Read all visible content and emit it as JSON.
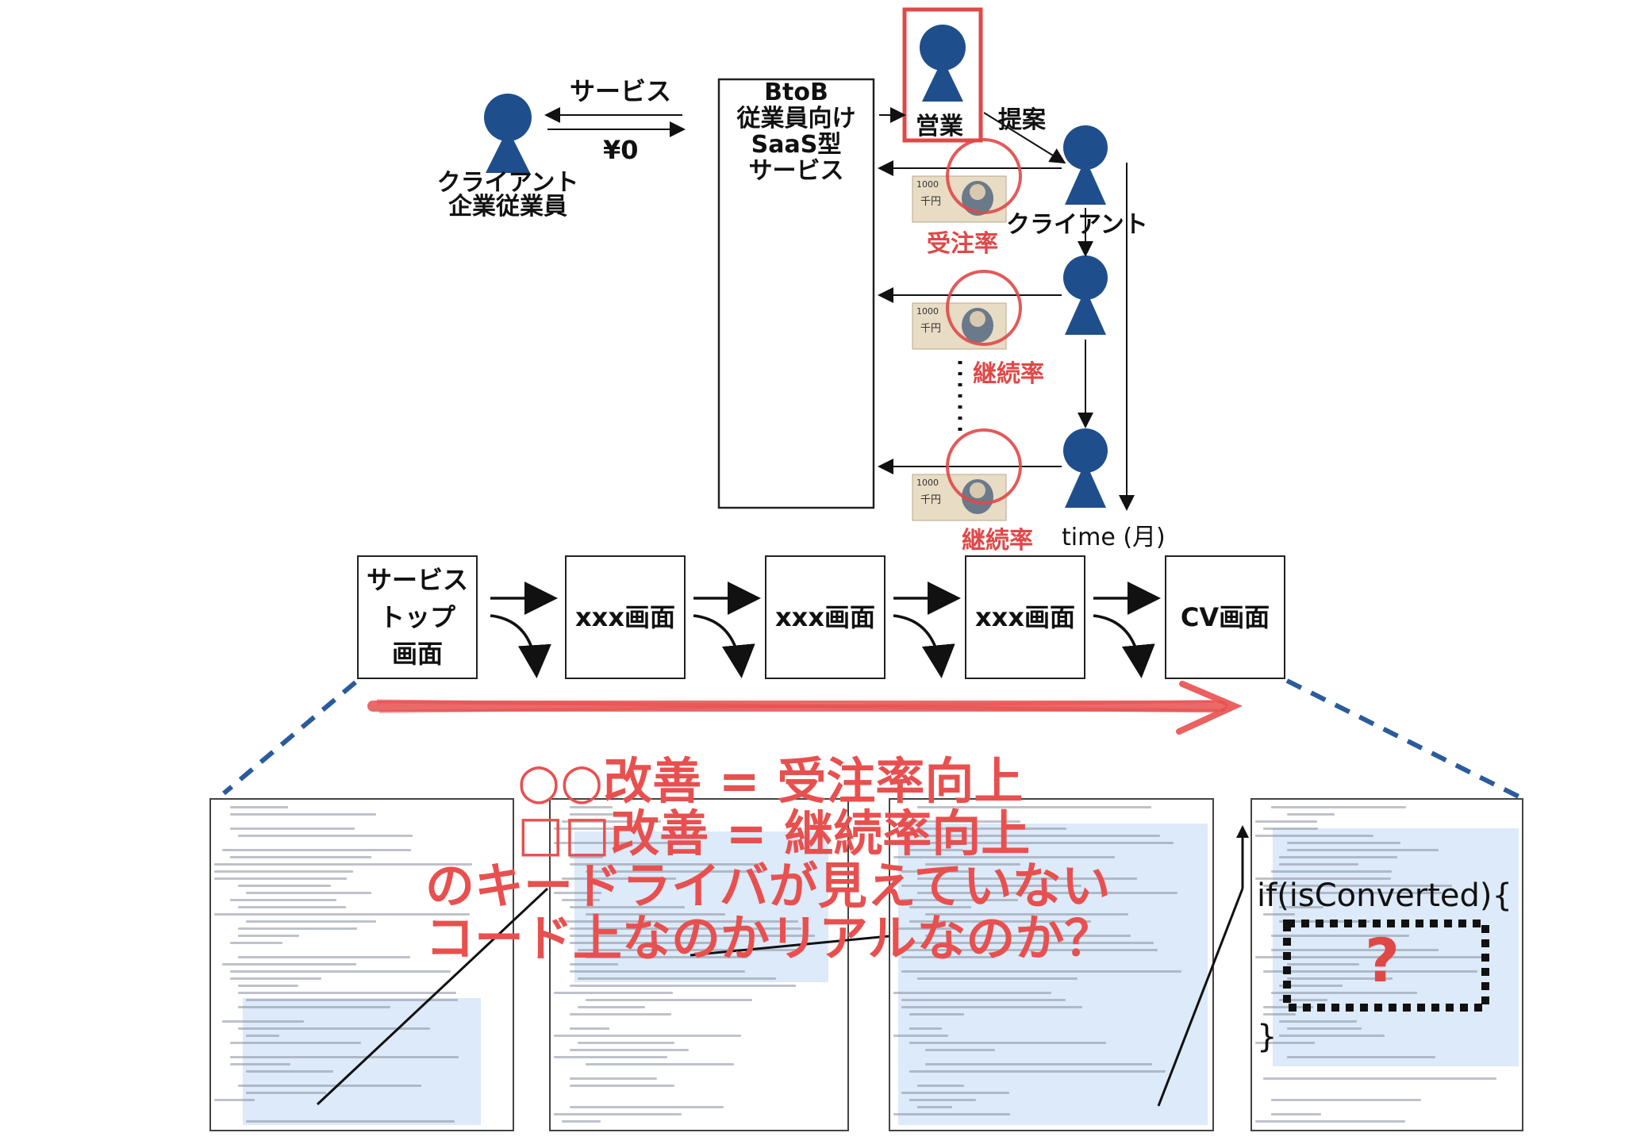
{
  "top": {
    "service_label": "サービス",
    "price_label": "¥0",
    "client_employee_line1": "クライアント",
    "client_employee_line2": "企業従業員",
    "saas_box_lines": [
      "BtoB",
      "従業員向け",
      "SaaS型",
      "サービス"
    ],
    "sales_label": "営業",
    "proposal_label": "提案",
    "client_label": "クライアント",
    "order_rate_label": "受注率",
    "continuation_rate_label_1": "継続率",
    "continuation_rate_label_2": "継続率",
    "time_label": "time (月)",
    "banknote_value": "1000",
    "banknote_text": "千円"
  },
  "flow": {
    "screens": [
      {
        "lines": [
          "サービス",
          "トップ",
          "画面"
        ]
      },
      {
        "lines": [
          "xxx画面"
        ]
      },
      {
        "lines": [
          "xxx画面"
        ]
      },
      {
        "lines": [
          "xxx画面"
        ]
      },
      {
        "lines": [
          "CV画面"
        ]
      }
    ]
  },
  "overlay": {
    "line1": "○○改善 = 受注率向上",
    "line2": "□□改善 = 継続率向上",
    "line3": "のキードライバが見えていない",
    "line4": "コード上なのかリアルなのか？"
  },
  "code": {
    "if_text": "if(isConverted){",
    "close_brace": "}",
    "question": "?"
  },
  "colors": {
    "person_blue": "#1f4e8c",
    "highlight_red": "#e04848",
    "dashed_blue": "#2a5b9c"
  }
}
